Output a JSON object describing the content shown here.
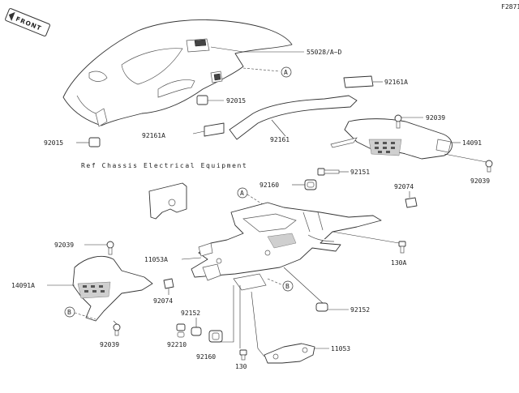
{
  "figure_code": "F2871",
  "front_label": "FRONT",
  "ref_note": "Ref Chassis Electrical Equipment",
  "circle_refs": [
    "A",
    "A",
    "B",
    "B"
  ],
  "labels": [
    {
      "id": "55028",
      "text": "55028/A~D"
    },
    {
      "id": "92161A-top",
      "text": "92161A"
    },
    {
      "id": "92015-mid",
      "text": "92015"
    },
    {
      "id": "92161A-mid",
      "text": "92161A"
    },
    {
      "id": "92161",
      "text": "92161"
    },
    {
      "id": "92015-left",
      "text": "92015"
    },
    {
      "id": "92039-top",
      "text": "92039"
    },
    {
      "id": "14091-right",
      "text": "14091"
    },
    {
      "id": "92039-right",
      "text": "92039"
    },
    {
      "id": "92151",
      "text": "92151"
    },
    {
      "id": "92160-top",
      "text": "92160"
    },
    {
      "id": "92074-right",
      "text": "92074"
    },
    {
      "id": "130A",
      "text": "130A"
    },
    {
      "id": "92039-left",
      "text": "92039"
    },
    {
      "id": "11053A",
      "text": "11053A"
    },
    {
      "id": "14091A",
      "text": "14091A"
    },
    {
      "id": "92074-left",
      "text": "92074"
    },
    {
      "id": "92152-left",
      "text": "92152"
    },
    {
      "id": "92152-right",
      "text": "92152"
    },
    {
      "id": "92210",
      "text": "92210"
    },
    {
      "id": "92160-bottom",
      "text": "92160"
    },
    {
      "id": "11053",
      "text": "11053"
    },
    {
      "id": "92039-bottom",
      "text": "92039"
    },
    {
      "id": "130",
      "text": "130"
    }
  ]
}
